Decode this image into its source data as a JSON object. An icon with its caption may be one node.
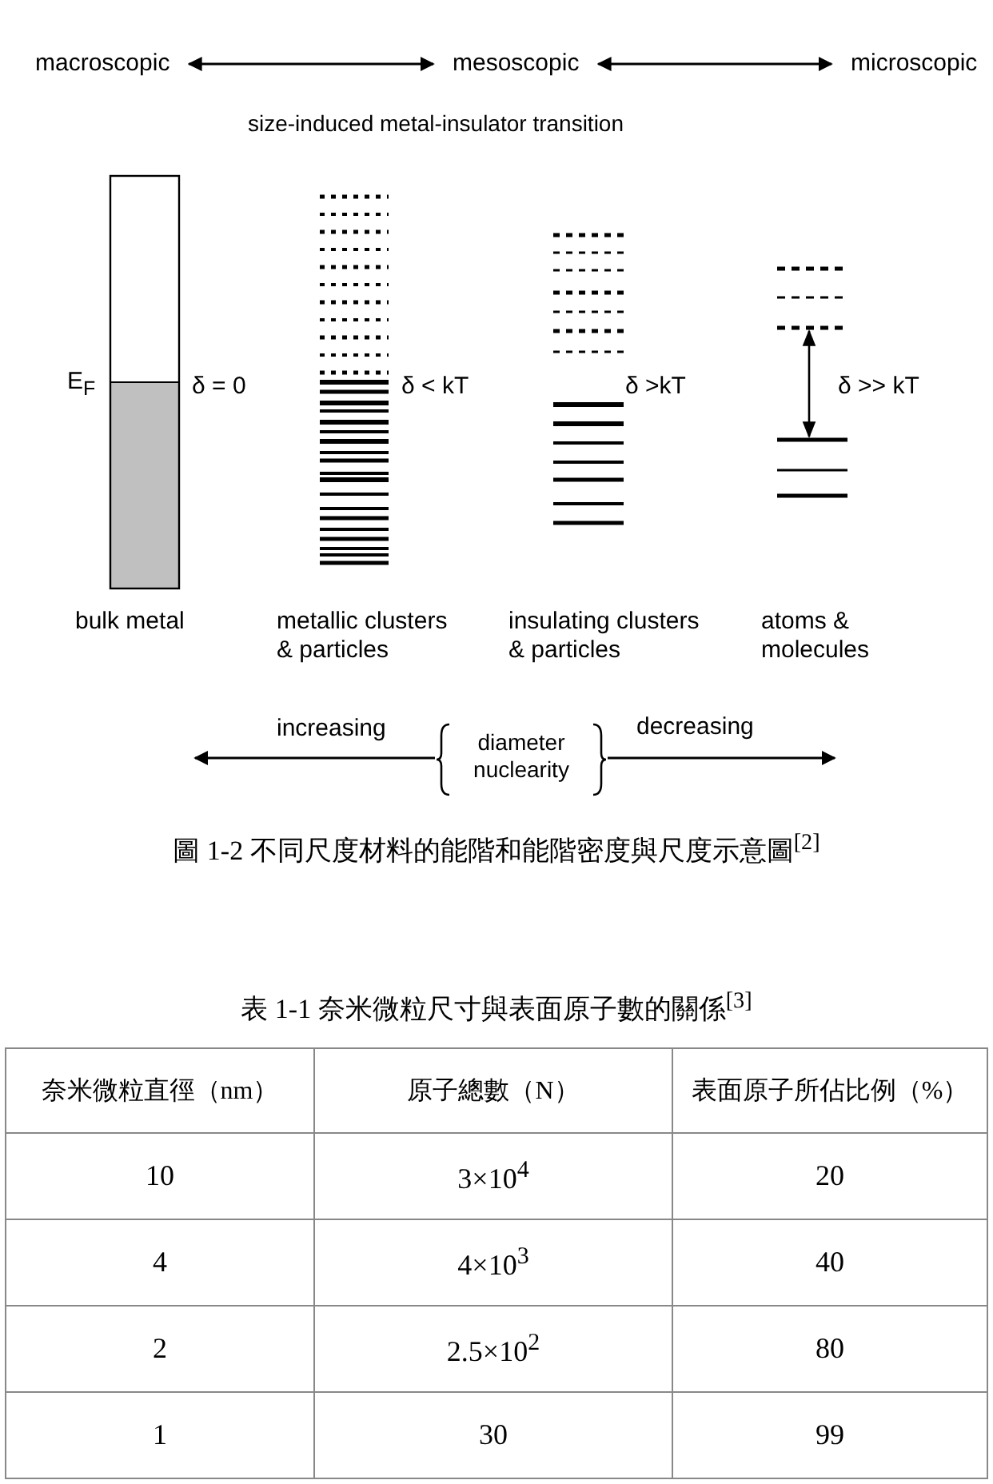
{
  "diagram": {
    "caption": "圖 1-2 不同尺度材料的能階和能階密度與尺度示意圖$^{[2]}$",
    "nodes": [
      {
        "text": [
          "macroscopic"
        ]
      },
      {
        "text": [
          "mesoscopic"
        ]
      },
      {
        "text": [
          "microscopic"
        ]
      },
      {
        "text": [
          "diameter nuclearity"
        ]
      }
    ],
    "edges": [
      {
        "from": 0,
        "to": 1,
        "arrow": "both"
      },
      {
        "from": 1,
        "to": 2,
        "arrow": "both"
      },
      {
        "from": 3,
        "to": null,
        "arrow": "to",
        "label": "increasing"
      },
      {
        "from": 3,
        "to": null,
        "arrow": "to",
        "label": "decreasing"
      }
    ],
    "labels": [
      "size-induced metal-insulator transition",
      "E$_{F}$",
      "δ = 0",
      "δ < kT",
      "δ >kT",
      "δ >> kT",
      "bulk metal",
      "metallic clusters & particles",
      "insulating clusters & particles",
      "atoms & molecules",
      "表 1-1 奈米微粒尺寸與表面原子數的關係$^{[3]}$",
      "奈米微粒直徑（nm）",
      "原子總數（N）",
      "表面原子所佔比例（%）",
      "10",
      "3×10$^{4}$",
      "20",
      "4",
      "4×10$^{3}$",
      "40",
      "2",
      "2.5×10$^{2}$",
      "80",
      "1",
      "30",
      "99"
    ]
  }
}
